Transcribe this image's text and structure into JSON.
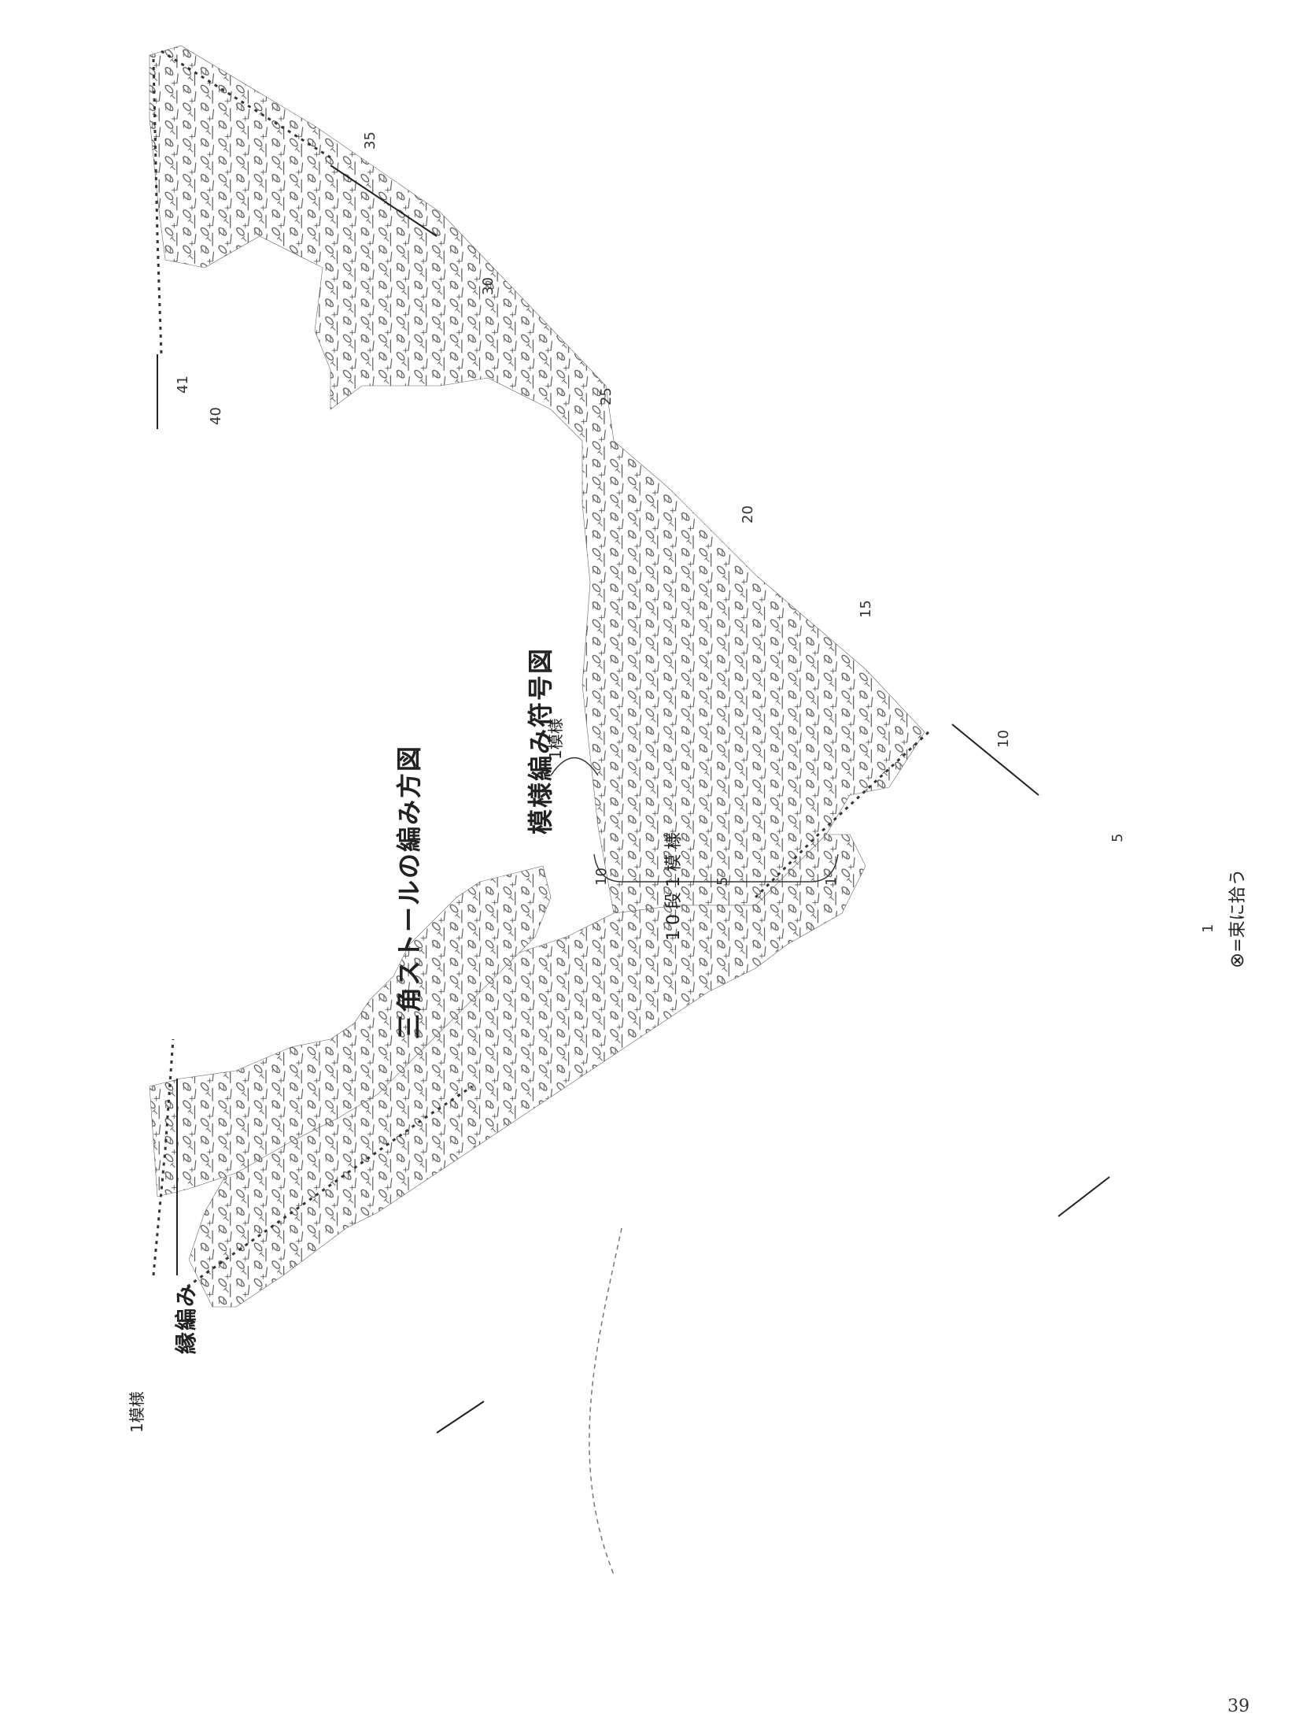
{
  "titles": {
    "main": "三角ストールの編み方図",
    "symbol_chart": "模様編み符号図",
    "edging": "縁編み"
  },
  "labels": {
    "pattern_repeat_top": "1模様",
    "pattern_repeat_edging": "1模様",
    "rows_per_repeat": "10段1模様",
    "bunch_legend": "=束に拾う"
  },
  "row_numbers": {
    "main_diagonal": [
      "35",
      "30",
      "25",
      "20",
      "15",
      "10",
      "5",
      "1"
    ],
    "top_left": [
      "41",
      "40"
    ],
    "repeat_bracket": [
      "10",
      "5",
      "1"
    ]
  },
  "page_number": "39"
}
